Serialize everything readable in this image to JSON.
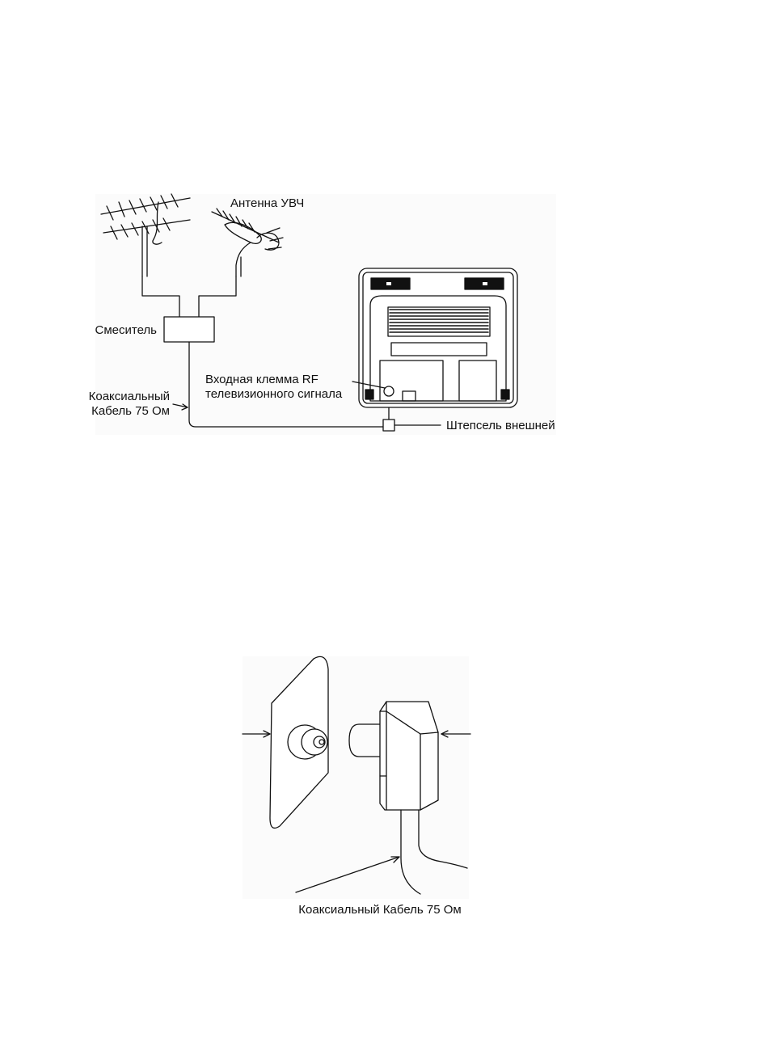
{
  "diagram_top": {
    "label_uhf_antenna": "Антенна УВЧ",
    "label_mixer": "Смеситель",
    "label_rf_input_line1": "Входная клемма RF",
    "label_rf_input_line2": "телевизионного сигнала",
    "label_coax_line1": "Коаксиальный",
    "label_coax_line2": "Кабель 75 Ом",
    "label_external_plug": "Штепсель внешней"
  },
  "diagram_bottom": {
    "label_coax_cable": "Коаксиальный Кабель 75 Ом"
  },
  "colors": {
    "line": "#111111",
    "panel_background": "#fbfbfb",
    "page_background": "#ffffff"
  }
}
